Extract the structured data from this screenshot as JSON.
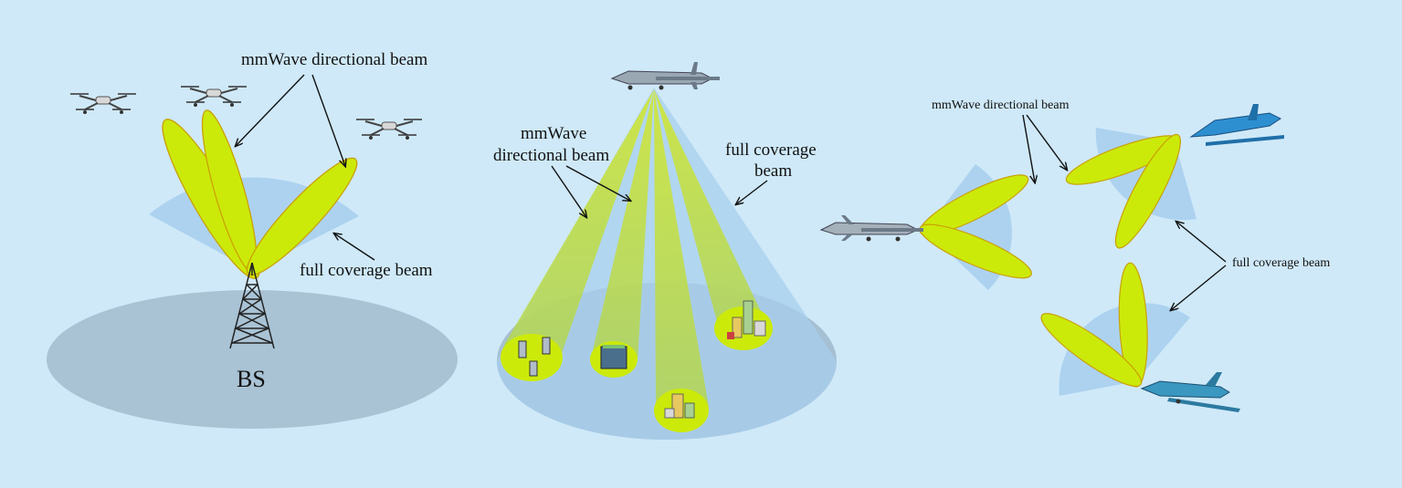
{
  "panels": {
    "left": {
      "directional_label": "mmWave directional beam",
      "coverage_label": "full coverage beam",
      "station_label": "BS"
    },
    "middle": {
      "directional_label_line1": "mmWave",
      "directional_label_line2": "directional beam",
      "coverage_label_line1": "full coverage",
      "coverage_label_line2": "beam"
    },
    "right": {
      "directional_label": "mmWave directional beam",
      "coverage_label": "full coverage beam"
    }
  },
  "colors": {
    "background": "#cfe9f8",
    "directional_beam": "#ccea0a",
    "coverage_beam": "#a7cfee",
    "ground": "#9fb9cc"
  },
  "icons": [
    "quadcopter-drone-icon",
    "fixed-wing-uav-icon",
    "vtol-uav-icon",
    "transmission-tower-icon",
    "building-icon"
  ]
}
